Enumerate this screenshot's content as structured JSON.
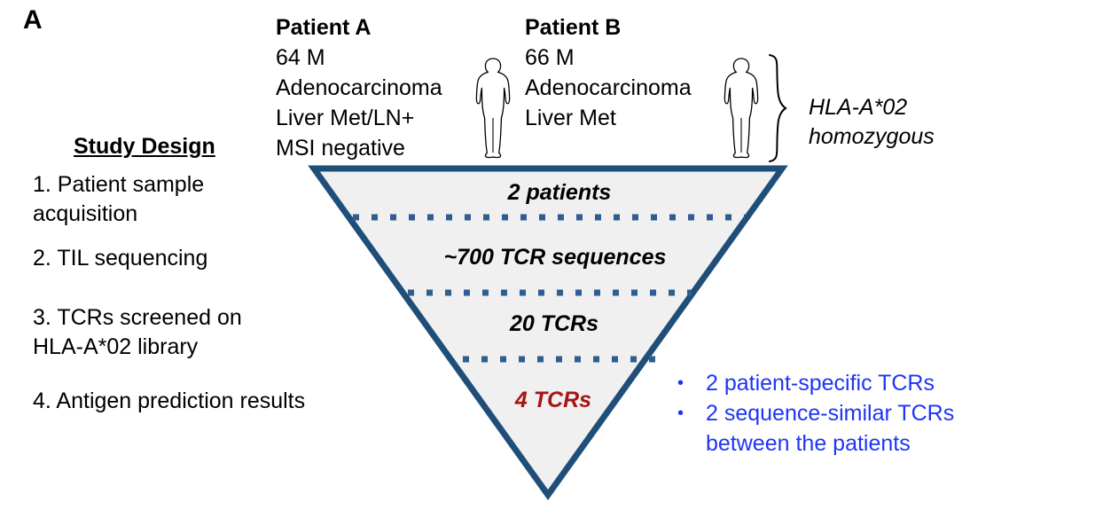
{
  "panel": {
    "label": "A"
  },
  "patients": [
    {
      "name": "Patient A",
      "age_sex": "64 M",
      "histology": "Adenocarcinoma",
      "site": "Liver Met/LN+",
      "msi": "MSI negative",
      "figure_icon": "person-icon"
    },
    {
      "name": "Patient B",
      "age_sex": "66 M",
      "histology": "Adenocarcinoma",
      "site": "Liver Met",
      "msi": "",
      "figure_icon": "person-icon"
    }
  ],
  "hla": {
    "brace_icon": "curly-brace-icon",
    "line1": "HLA-A*02",
    "line2": "homozygous"
  },
  "study_design": {
    "heading": "Study Design",
    "steps": [
      {
        "line1": "1. Patient sample",
        "line2": "acquisition"
      },
      {
        "line1": "2. TIL sequencing",
        "line2": ""
      },
      {
        "line1": "3. TCRs screened on",
        "line2": "HLA-A*02 library"
      },
      {
        "line1": "4. Antigen prediction results",
        "line2": ""
      }
    ]
  },
  "funnel": {
    "border_color": "#1F4E79",
    "fill_color": "#F0F0F0",
    "divider_color": "#2E5E8E",
    "tiers": [
      {
        "label": "2 patients",
        "color": "#000000"
      },
      {
        "label": "~700 TCR sequences",
        "color": "#000000"
      },
      {
        "label": "20 TCRs",
        "color": "#000000"
      },
      {
        "label": "4 TCRs",
        "color": "#A51515"
      }
    ]
  },
  "results": {
    "color": "#1F35F5",
    "bullets": [
      {
        "line1": "2 patient-specific TCRs",
        "line2": ""
      },
      {
        "line1": "2 sequence-similar TCRs",
        "line2": "between the patients"
      }
    ]
  },
  "chart_data": {
    "type": "funnel",
    "title": "Study Design funnel",
    "stages": [
      "2 patients",
      "~700 TCR sequences",
      "20 TCRs",
      "4 TCRs"
    ],
    "values": [
      2,
      700,
      20,
      4
    ],
    "notes": "Inverted triangle funnel with 3 dotted dividers separating 4 tiers"
  }
}
